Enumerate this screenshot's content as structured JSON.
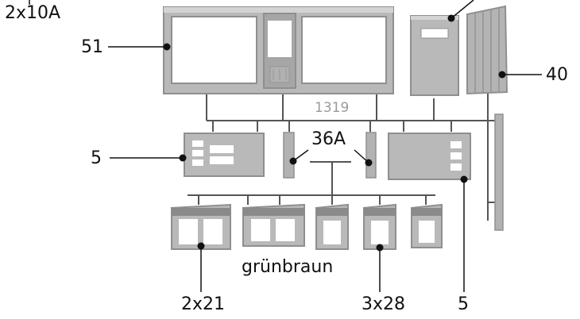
{
  "labels": {
    "top_left": "2x10A",
    "part_51": "51",
    "part_40": "40",
    "part_number": "1319",
    "part_36a": "36A",
    "part_5_left": "5",
    "color_note": "grünbraun",
    "part_2x21": "2x21",
    "part_3x28": "3x28",
    "part_5_bottom": "5"
  },
  "colors": {
    "background": "#ffffff",
    "part_fill": "#b9b9b9",
    "part_shade": "#8f8f8f",
    "part_dark": "#6e6e6e",
    "part_light": "#d3d3d3",
    "glazing": "#ffffff",
    "leader_line": "#111111",
    "tree_line": "#555555",
    "label_text": "#111111",
    "code_text": "#9a9a9a"
  }
}
